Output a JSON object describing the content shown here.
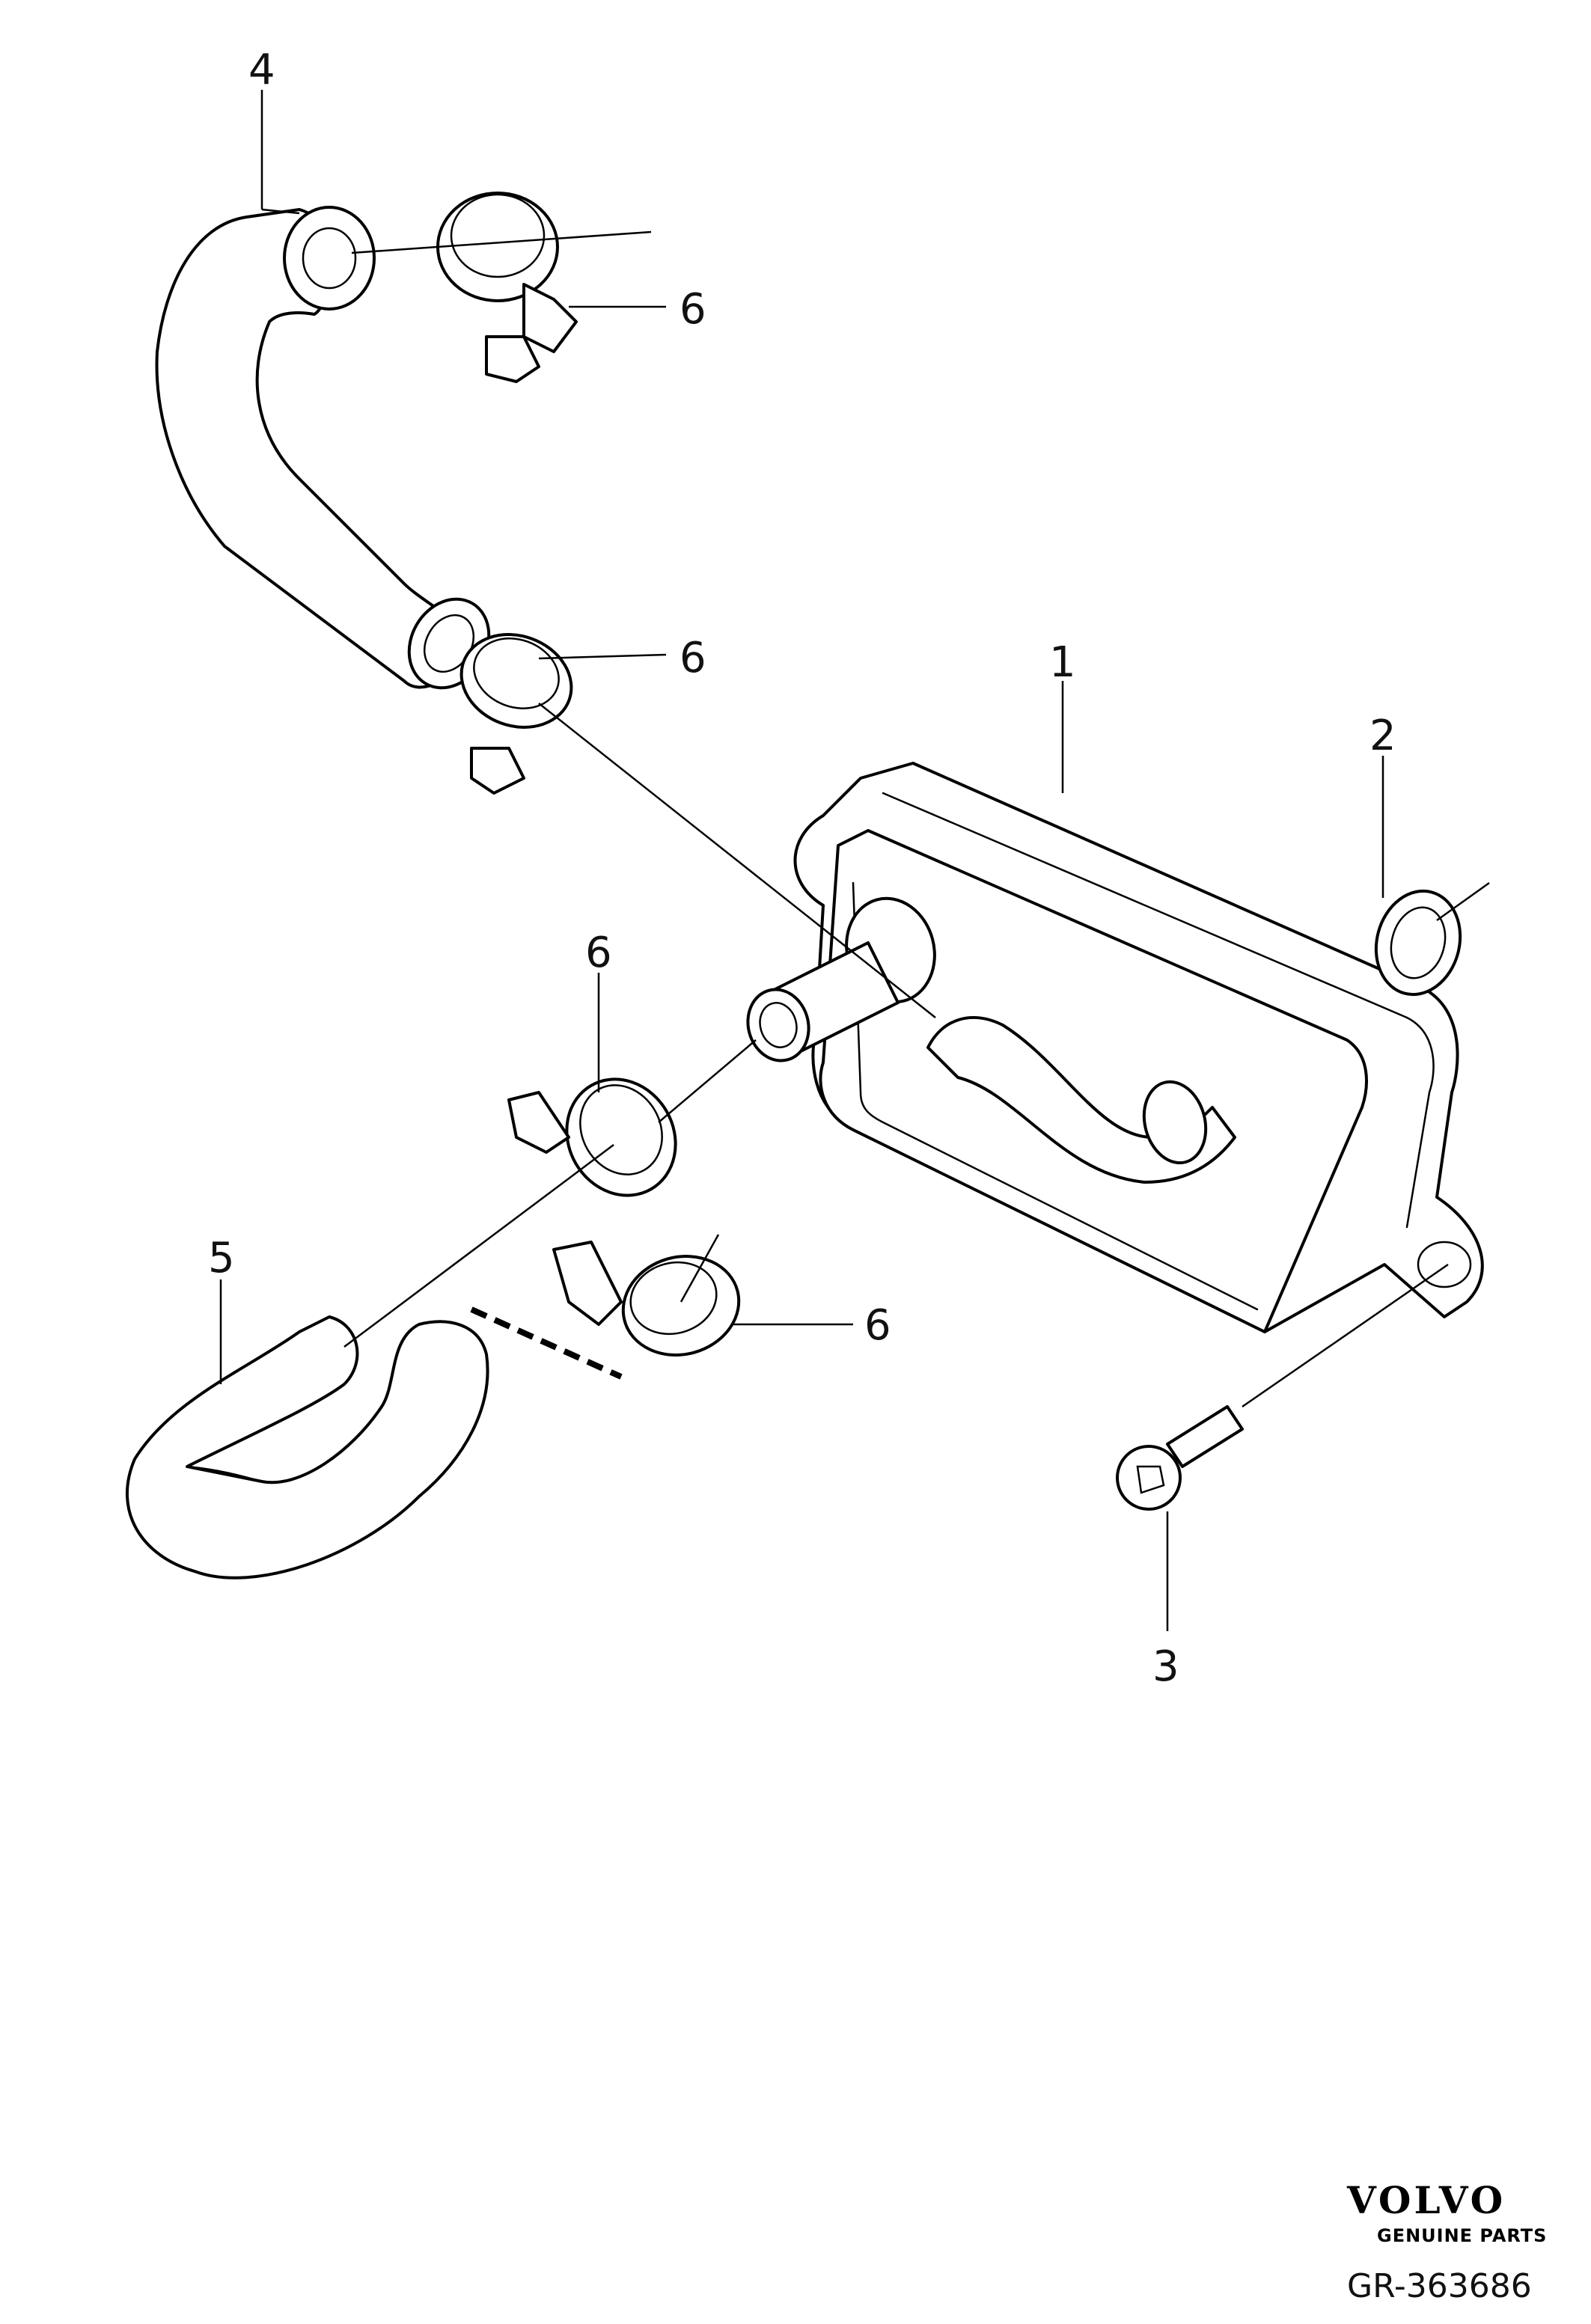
{
  "callouts": {
    "c1": "1",
    "c2": "2",
    "c3": "3",
    "c4": "4",
    "c5": "5",
    "c6a": "6",
    "c6b": "6",
    "c6c": "6",
    "c6d": "6"
  },
  "branding": {
    "logo_text": "VOLVO",
    "tagline": "GENUINE PARTS",
    "reference": "GR-363686"
  }
}
